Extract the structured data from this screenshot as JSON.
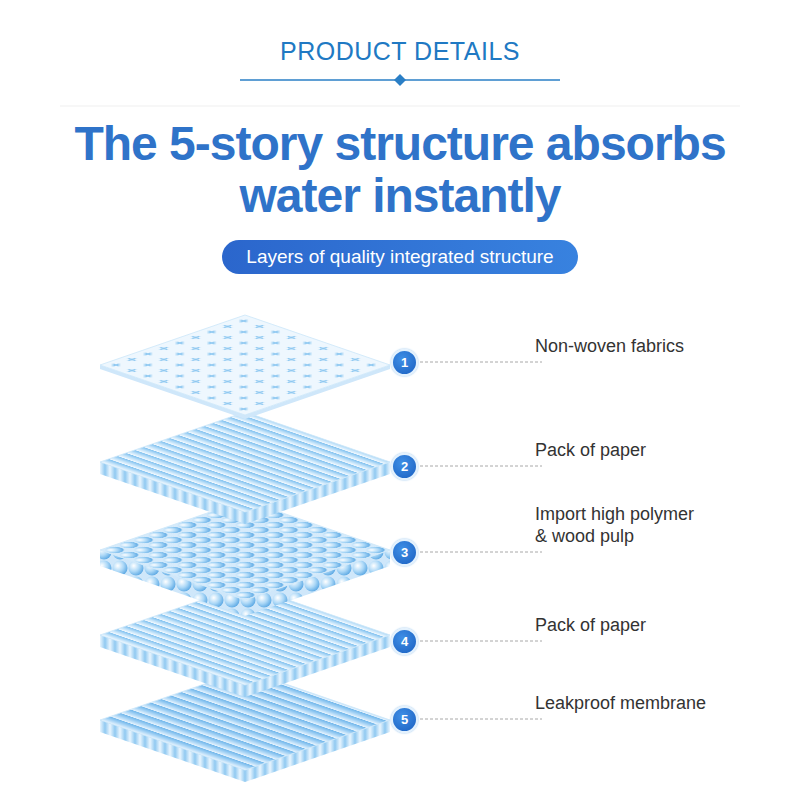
{
  "diagram": {
    "title": "The 5-story structure absorbs water instantly",
    "nodes": [
      {
        "text": [
          "Layers of quality integrated structure"
        ]
      },
      {
        "text": [
          "1"
        ]
      },
      {
        "text": [
          "2"
        ]
      },
      {
        "text": [
          "3"
        ]
      },
      {
        "text": [
          "4"
        ]
      },
      {
        "text": [
          "5"
        ]
      }
    ],
    "labels": [
      "PRODUCT DETAILS",
      "Non-woven fabrics",
      "Pack of paper",
      "Import high polymer & wood pulp",
      "Pack of paper",
      "Leakproof membrane"
    ]
  }
}
